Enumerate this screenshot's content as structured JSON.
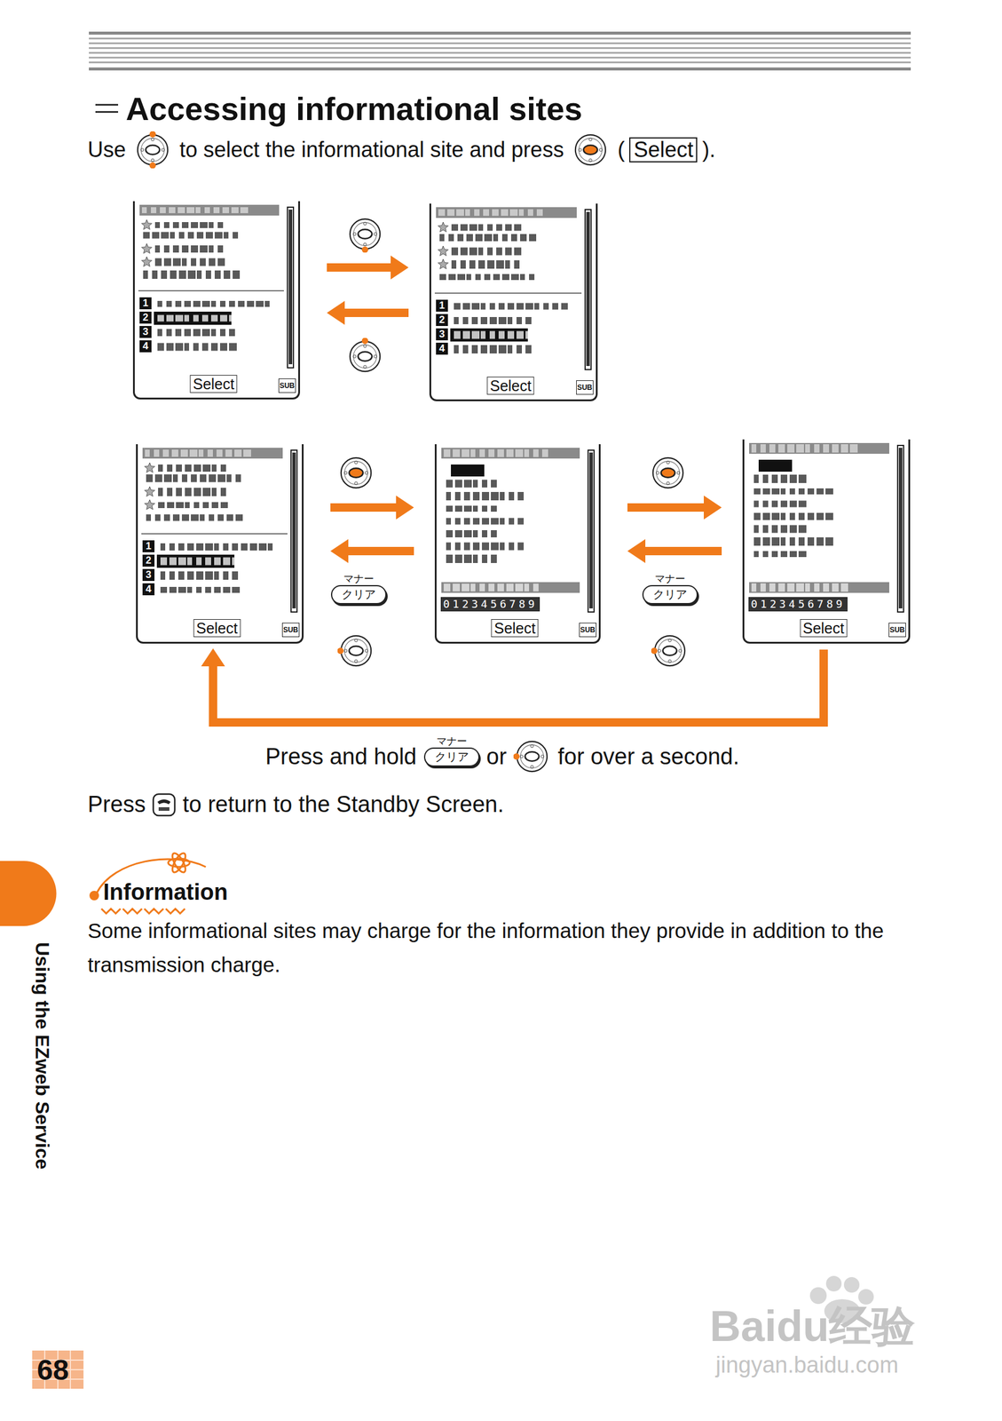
{
  "diagram": {
    "title": "Accessing informational sites",
    "nodes": [
      {
        "text": [
          "1",
          "2",
          "3",
          "4",
          "Select",
          "SUB"
        ]
      },
      {
        "text": [
          "1",
          "2",
          "3",
          "4",
          "Select",
          "SUB"
        ]
      },
      {
        "text": [
          "1",
          "2",
          "3",
          "4",
          "Select",
          "SUB"
        ]
      },
      {
        "text": [
          "0123456789",
          "Select",
          "SUB"
        ]
      },
      {
        "text": [
          "0123456789",
          "Select",
          "SUB"
        ]
      }
    ],
    "edges": [
      {
        "from": 0,
        "to": 1,
        "arrow": "to"
      },
      {
        "from": 1,
        "to": 0,
        "arrow": "to"
      },
      {
        "from": 2,
        "to": 3,
        "arrow": "to"
      },
      {
        "from": 3,
        "to": 2,
        "arrow": "to"
      },
      {
        "from": 3,
        "to": 4,
        "arrow": "to"
      },
      {
        "from": 4,
        "to": 3,
        "arrow": "to"
      },
      {
        "from": 4,
        "to": 2,
        "arrow": "to"
      }
    ],
    "labels": [
      "Use",
      "to select the informational site and press",
      "(",
      "Select",
      ").",
      "マナー",
      "クリア",
      "マナー",
      "クリア",
      "Press and hold",
      "マナー",
      "クリア",
      "or",
      "for over a second.",
      "Press",
      "to return to the Standby Screen.",
      "Information",
      "Some informational sites may charge for the information they provide in addition to the transmission charge.",
      "Using the EZweb Service",
      "68",
      "Baidu经验",
      "jingyan.baidu.com"
    ]
  }
}
